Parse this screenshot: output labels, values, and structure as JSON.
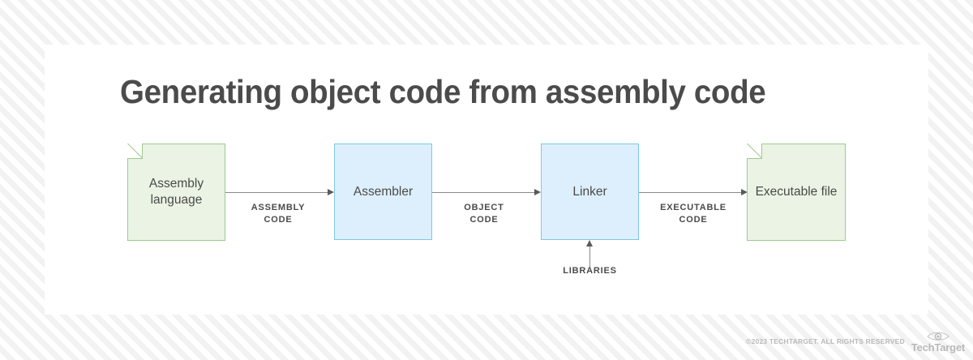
{
  "title": "Generating object code from assembly code",
  "diagram": {
    "type": "flow",
    "nodes": [
      {
        "id": "assembly-language",
        "label": "Assembly\nlanguage",
        "shape": "document",
        "fill": "#eaf3e4",
        "stroke": "#9fca8e"
      },
      {
        "id": "assembler",
        "label": "Assembler",
        "shape": "rectangle",
        "fill": "#ddeffc",
        "stroke": "#7ec8e8"
      },
      {
        "id": "linker",
        "label": "Linker",
        "shape": "rectangle",
        "fill": "#ddeffc",
        "stroke": "#7ec8e8"
      },
      {
        "id": "executable-file",
        "label": "Executable\nfile",
        "shape": "document",
        "fill": "#eaf3e4",
        "stroke": "#9fca8e"
      }
    ],
    "edges": [
      {
        "id": "assembly-code",
        "from": "assembly-language",
        "to": "assembler",
        "label": "ASSEMBLY\nCODE",
        "direction": "right"
      },
      {
        "id": "object-code",
        "from": "assembler",
        "to": "linker",
        "label": "OBJECT\nCODE",
        "direction": "right"
      },
      {
        "id": "executable-code",
        "from": "linker",
        "to": "executable-file",
        "label": "EXECUTABLE\nCODE",
        "direction": "right"
      },
      {
        "id": "libraries",
        "from": "libraries",
        "to": "linker",
        "label": "LIBRARIES",
        "direction": "up"
      }
    ]
  },
  "footer": {
    "copyright": "©2023 TECHTARGET. ALL RIGHTS RESERVED",
    "brand": "TechTarget",
    "logo_icon": "eye-icon"
  }
}
